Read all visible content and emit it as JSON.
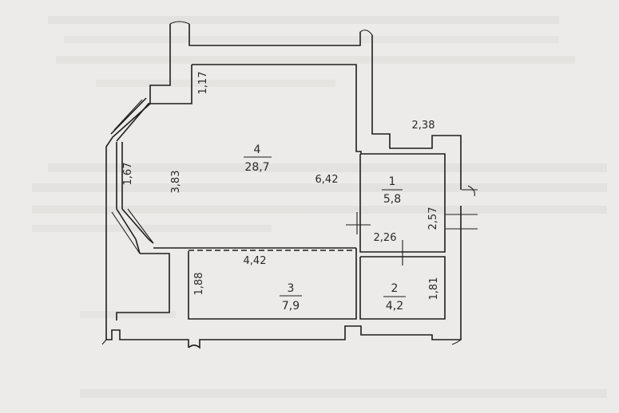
{
  "floorplan": {
    "rooms": [
      {
        "number": "4",
        "area": "28,7"
      },
      {
        "number": "1",
        "area": "5,8"
      },
      {
        "number": "3",
        "area": "7,9"
      },
      {
        "number": "2",
        "area": "4,2"
      }
    ],
    "dimensions": {
      "d_1_17": "1,17",
      "d_2_38": "2,38",
      "d_1_67": "1,67",
      "d_3_83": "3,83",
      "d_6_42": "6,42",
      "d_2_57": "2,57",
      "d_2_26": "2,26",
      "d_4_42": "4,42",
      "d_1_88": "1,88",
      "d_1_81": "1,81"
    }
  },
  "colors": {
    "paper": "#ecebe9",
    "ink": "#1e1e1e"
  }
}
